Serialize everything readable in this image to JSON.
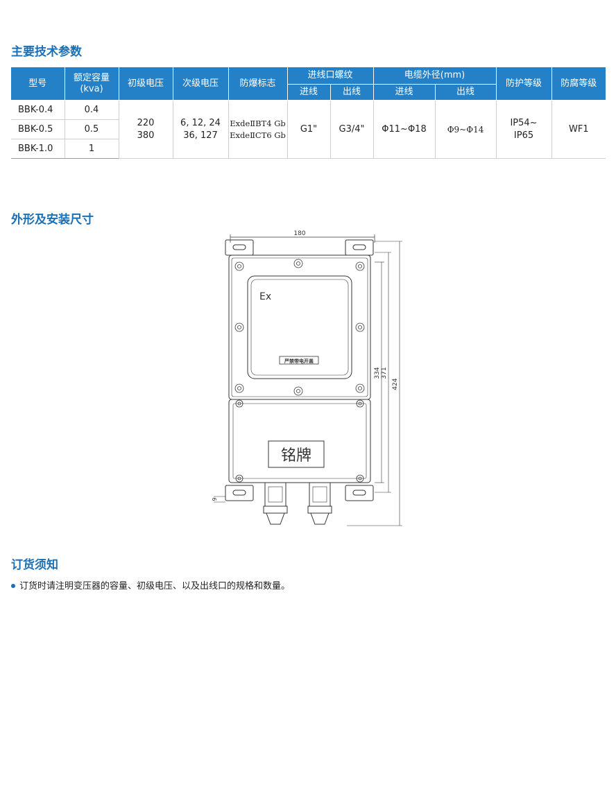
{
  "sections": {
    "specs_title": "主要技术参数",
    "dimensions_title": "外形及安装尺寸",
    "order_title": "订货须知"
  },
  "table": {
    "headers": {
      "model": "型号",
      "capacity": "额定容量\n(kva)",
      "primary_voltage": "初级电压",
      "secondary_voltage": "次级电压",
      "explosion_mark": "防爆标志",
      "thread": "进线口螺纹",
      "cable_diameter": "电缆外径(mm)",
      "protection": "防护等级",
      "anticorrosion": "防腐等级",
      "in": "进线",
      "out": "出线"
    },
    "rows": [
      {
        "model": "BBK-0.4",
        "capacity": "0.4"
      },
      {
        "model": "BBK-0.5",
        "capacity": "0.5"
      },
      {
        "model": "BBK-1.0",
        "capacity": "1"
      }
    ],
    "shared": {
      "primary_voltage_1": "220",
      "primary_voltage_2": "380",
      "secondary_voltage_1": "6, 12, 24",
      "secondary_voltage_2": "36, 127",
      "explosion_mark_1": "ExdeⅡBT4 Gb",
      "explosion_mark_2": "ExdeⅡCT6 Gb",
      "thread_in": "G1\"",
      "thread_out": "G3/4\"",
      "cable_in": "Φ11~Φ18",
      "cable_out": "Φ9~Φ14",
      "protection_1": "IP54~",
      "protection_2": "IP65",
      "anticorrosion": "WF1"
    }
  },
  "drawing": {
    "dim_width": "180",
    "dim_h1": "334",
    "dim_h2": "371",
    "dim_h3": "424",
    "dim_small": "9",
    "ex_mark": "Ex",
    "window_label": "严禁带电开盖",
    "nameplate": "铭牌"
  },
  "order_note": "订货时请注明变压器的容量、初级电压、以及出线口的规格和数量。"
}
